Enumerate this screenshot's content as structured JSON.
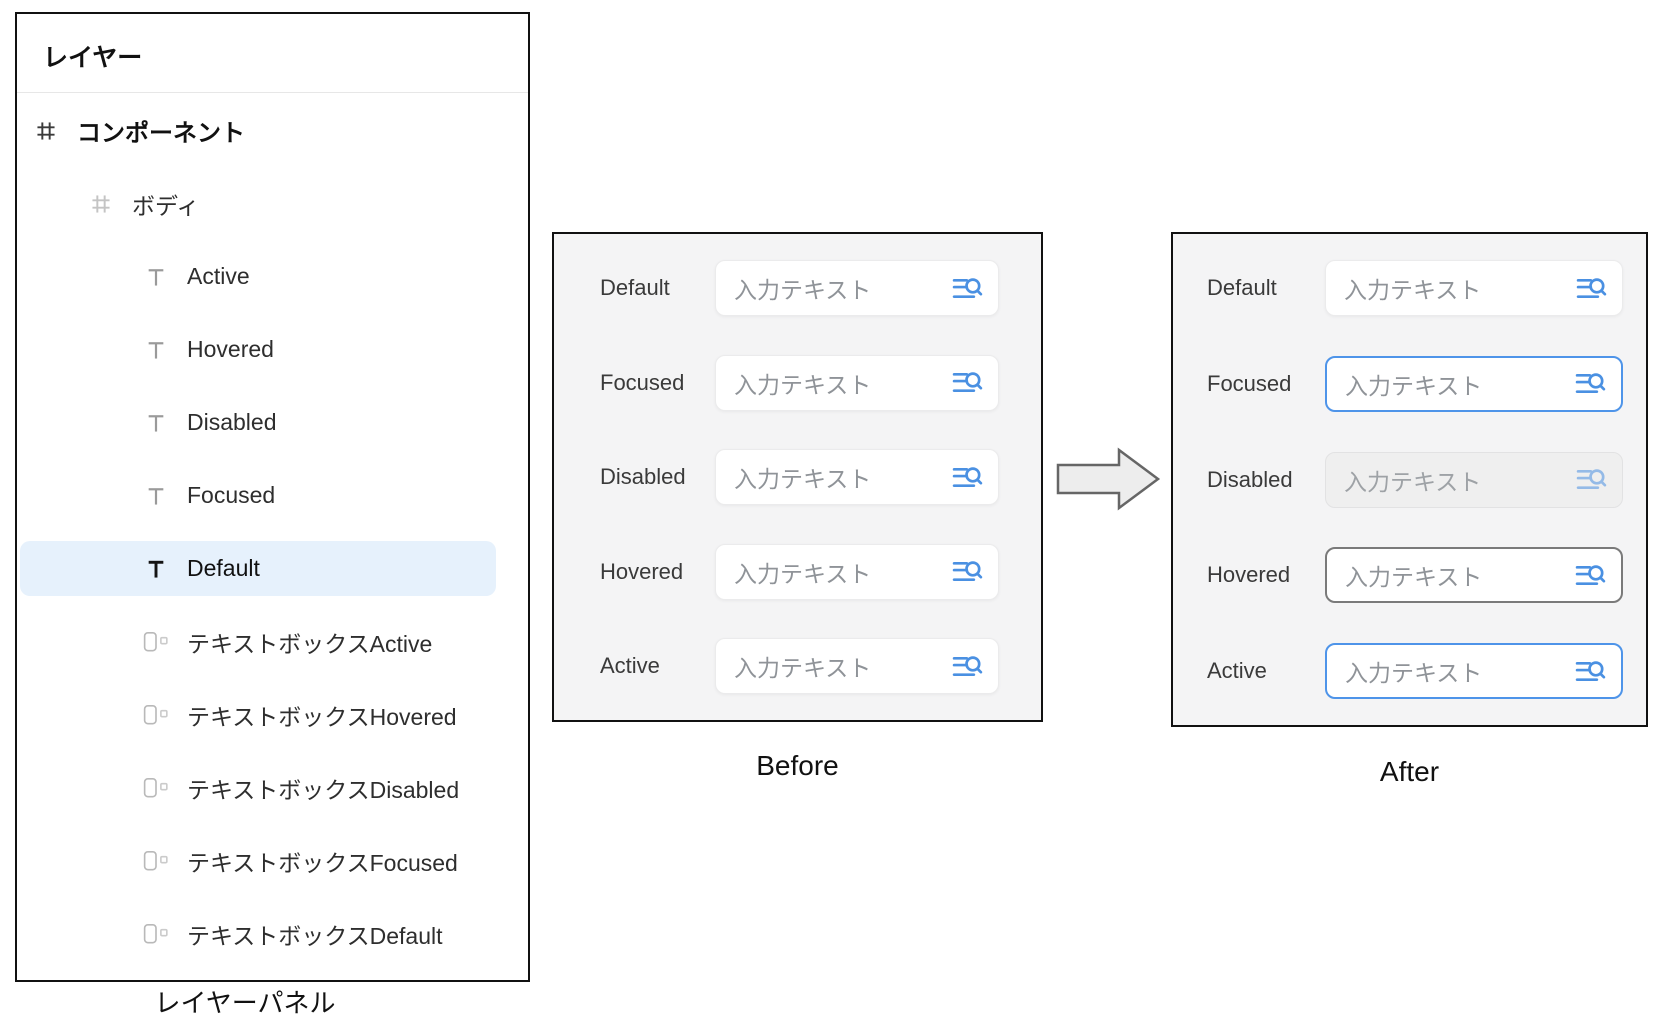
{
  "colors": {
    "accent_blue": "#4E94E9",
    "hover_border": "#7A7A7A",
    "panel_bg": "#F4F4F5",
    "selection_bg": "#E6F1FC",
    "placeholder_gray": "#8F9398",
    "search_icon_blue": "#4A90E2"
  },
  "layers_panel": {
    "title": "レイヤー",
    "caption": "レイヤーパネル",
    "tree": [
      {
        "label": "コンポーネント",
        "icon": "frame-icon",
        "level": 0,
        "bold": true,
        "selected": false
      },
      {
        "label": "ボディ",
        "icon": "frame-icon",
        "level": 1,
        "bold": false,
        "selected": false
      },
      {
        "label": "Active",
        "icon": "text-icon",
        "level": 2,
        "bold": false,
        "selected": false
      },
      {
        "label": "Hovered",
        "icon": "text-icon",
        "level": 2,
        "bold": false,
        "selected": false
      },
      {
        "label": "Disabled",
        "icon": "text-icon",
        "level": 2,
        "bold": false,
        "selected": false
      },
      {
        "label": "Focused",
        "icon": "text-icon",
        "level": 2,
        "bold": false,
        "selected": false
      },
      {
        "label": "Default",
        "icon": "text-icon",
        "level": 2,
        "bold": false,
        "selected": true
      },
      {
        "label": "テキストボックスActive",
        "icon": "textbox-icon",
        "level": 2,
        "bold": false,
        "selected": false
      },
      {
        "label": "テキストボックスHovered",
        "icon": "textbox-icon",
        "level": 2,
        "bold": false,
        "selected": false
      },
      {
        "label": "テキストボックスDisabled",
        "icon": "textbox-icon",
        "level": 2,
        "bold": false,
        "selected": false
      },
      {
        "label": "テキストボックスFocused",
        "icon": "textbox-icon",
        "level": 2,
        "bold": false,
        "selected": false
      },
      {
        "label": "テキストボックスDefault",
        "icon": "textbox-icon",
        "level": 2,
        "bold": false,
        "selected": false
      }
    ]
  },
  "before_panel": {
    "caption": "Before",
    "placeholder": "入力テキスト",
    "rows": [
      {
        "label": "Default",
        "state": "default"
      },
      {
        "label": "Focused",
        "state": "default"
      },
      {
        "label": "Disabled",
        "state": "default"
      },
      {
        "label": "Hovered",
        "state": "default"
      },
      {
        "label": "Active",
        "state": "default"
      }
    ]
  },
  "after_panel": {
    "caption": "After",
    "placeholder": "入力テキスト",
    "rows": [
      {
        "label": "Default",
        "state": "default"
      },
      {
        "label": "Focused",
        "state": "focused"
      },
      {
        "label": "Disabled",
        "state": "disabled"
      },
      {
        "label": "Hovered",
        "state": "hovered"
      },
      {
        "label": "Active",
        "state": "active"
      }
    ]
  }
}
